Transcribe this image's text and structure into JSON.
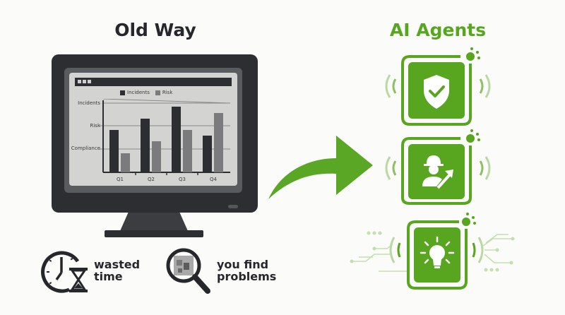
{
  "left_panel": {
    "title": "Old Way",
    "monitor_chart": {
      "legend": [
        {
          "label": "Incidents",
          "color": "#2d2e31"
        },
        {
          "label": "Risk",
          "color": "#7b7b7d"
        }
      ],
      "y_labels": [
        "Incidents",
        "Risk",
        "Compliance"
      ],
      "x_labels": [
        "Q1",
        "Q2",
        "Q3",
        "Q4"
      ]
    },
    "captions": [
      {
        "icon": "clock-hourglass-icon",
        "line1": "wasted",
        "line2": "time"
      },
      {
        "icon": "magnifier-icon",
        "line1": "you find",
        "line2": "problems"
      }
    ]
  },
  "right_panel": {
    "title": "AI Agents",
    "accent": "#58a61f",
    "agents": [
      {
        "icon": "shield-check-icon"
      },
      {
        "icon": "worker-arrow-icon"
      },
      {
        "icon": "lightbulb-icon"
      }
    ]
  },
  "chart_data": {
    "type": "bar",
    "title": "",
    "categories": [
      "Q1",
      "Q2",
      "Q3",
      "Q4"
    ],
    "series": [
      {
        "name": "Incidents",
        "values": [
          60,
          75,
          90,
          52
        ]
      },
      {
        "name": "Risk",
        "values": [
          25,
          42,
          60,
          80
        ]
      }
    ],
    "y_tick_labels": [
      "Compliance",
      "Risk",
      "Incidents"
    ],
    "xlabel": "",
    "ylabel": "",
    "ylim": [
      0,
      100
    ],
    "grid": true,
    "legend_position": "top"
  }
}
